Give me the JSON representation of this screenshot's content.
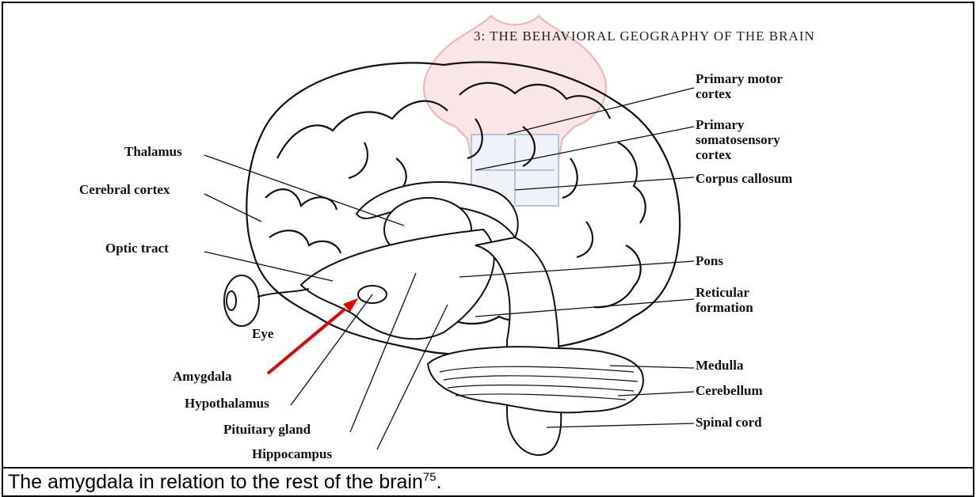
{
  "header": "3: THE BEHAVIORAL GEOGRAPHY OF THE BRAIN",
  "labels": {
    "primary_motor_1": "Primary motor",
    "primary_motor_2": "cortex",
    "somato_1": "Primary",
    "somato_2": "somatosensory",
    "somato_3": "cortex",
    "corpus_callosum": "Corpus callosum",
    "pons": "Pons",
    "reticular_1": "Reticular",
    "reticular_2": "formation",
    "medulla": "Medulla",
    "cerebellum": "Cerebellum",
    "spinal_cord": "Spinal cord",
    "thalamus": "Thalamus",
    "cerebral_cortex": "Cerebral cortex",
    "optic_tract": "Optic tract",
    "eye": "Eye",
    "amygdala": "Amygdala",
    "hypothalamus": "Hypothalamus",
    "pituitary": "Pituitary gland",
    "hippocampus": "Hippocampus"
  },
  "caption": {
    "text": "The amygdala in relation to the rest of the brain",
    "superscript": "75",
    "trailing": "."
  },
  "colors": {
    "arrow": "#e60000",
    "watermark_red": "#c8282a",
    "watermark_blue": "#3a4f9a"
  }
}
